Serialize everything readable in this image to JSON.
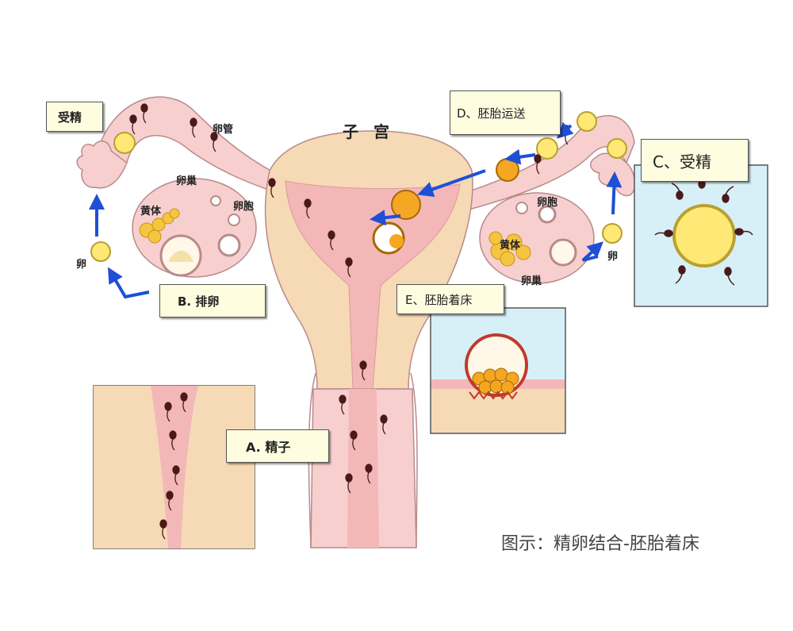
{
  "uterus_label": "子 宫",
  "left": {
    "tube_label": "卵管",
    "ovary_label": "卵巢",
    "corpus_luteum_label": "黄体",
    "follicle_label": "卵胞",
    "egg_label": "卵",
    "fertilization_box": "受精",
    "ovulation_box": "B. 排卵"
  },
  "right": {
    "follicle_label": "卵胞",
    "corpus_luteum_label": "黄体",
    "egg_label": "卵",
    "ovary_label": "卵巢",
    "transport_box": "D、胚胎运送",
    "fertilization_box": "C、受精",
    "implantation_box": "E、胚胎着床"
  },
  "sperm_box": "A. 精子",
  "caption": "图示：精卵结合-胚胎着床",
  "colors": {
    "tissue_pink": "#f7cfcf",
    "uterus_tan": "#f6d9b5",
    "inset_blue": "#d7f0f7",
    "egg_yellow": "#ffe875",
    "embryo_orange": "#f5a623",
    "arrow_blue": "#1f4fd6",
    "label_box_bg": "#fffde0"
  }
}
